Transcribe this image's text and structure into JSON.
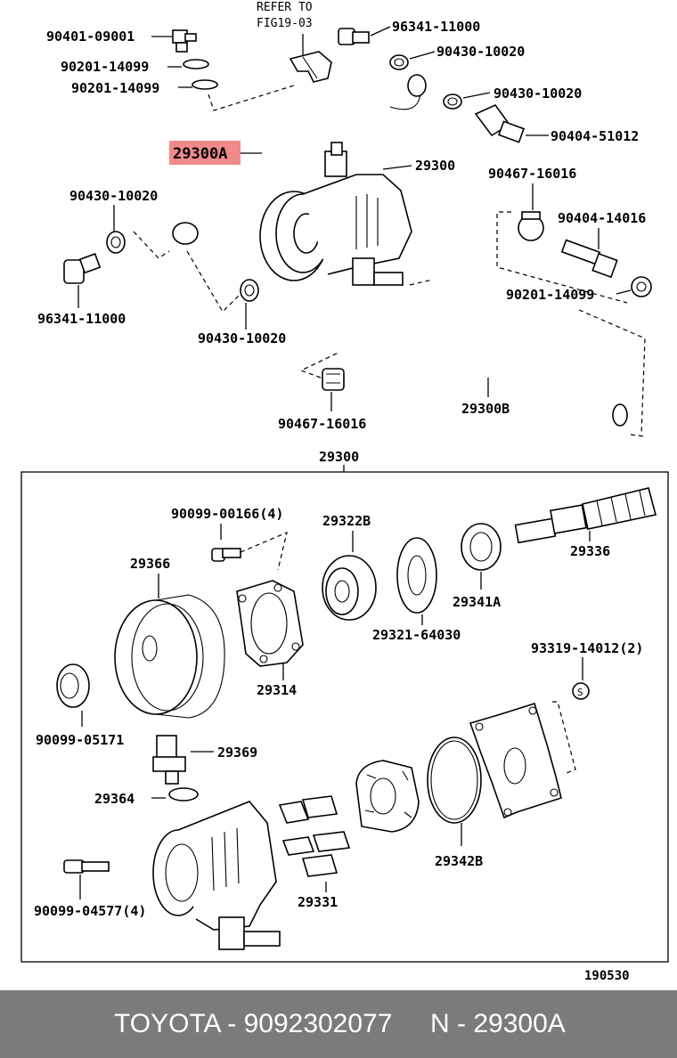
{
  "diagram": {
    "refer_to": "REFER TO",
    "refer_fig": "FIG19-03",
    "labels": {
      "l_90401_09001": "90401-09001",
      "l_96341_11000_top": "96341-11000",
      "l_90430_10020_a": "90430-10020",
      "l_90201_14099_a": "90201-14099",
      "l_90201_14099_b": "90201-14099",
      "l_90430_10020_b": "90430-10020",
      "l_90404_51012": "90404-51012",
      "l_29300a": "29300A",
      "l_29300_top": "29300",
      "l_90467_16016_a": "90467-16016",
      "l_90430_10020_c": "90430-10020",
      "l_90404_14016": "90404-14016",
      "l_96341_11000_left": "96341-11000",
      "l_90201_14099_c": "90201-14099",
      "l_90430_10020_d": "90430-10020",
      "l_90467_16016_b": "90467-16016",
      "l_29300b": "29300B",
      "l_29300_box": "29300",
      "l_90099_00166": "90099-00166(4)",
      "l_29322b": "29322B",
      "l_29366": "29366",
      "l_29336": "29336",
      "l_29341a": "29341A",
      "l_29321_64030": "29321-64030",
      "l_29314": "29314",
      "l_93319_14012": "93319-14012(2)",
      "l_90099_05171": "90099-05171",
      "l_29369": "29369",
      "l_29364": "29364",
      "l_29342b": "29342B",
      "l_90099_04577": "90099-04577(4)",
      "l_29331": "29331",
      "l_190530": "190530"
    }
  },
  "footer": {
    "maker_part": "TOYOTA - 9092302077",
    "ref_label": "N - 29300A"
  },
  "colors": {
    "highlight": "#f08a8a",
    "footer_bg": "#7b7b7b",
    "footer_text": "#ffffff"
  }
}
